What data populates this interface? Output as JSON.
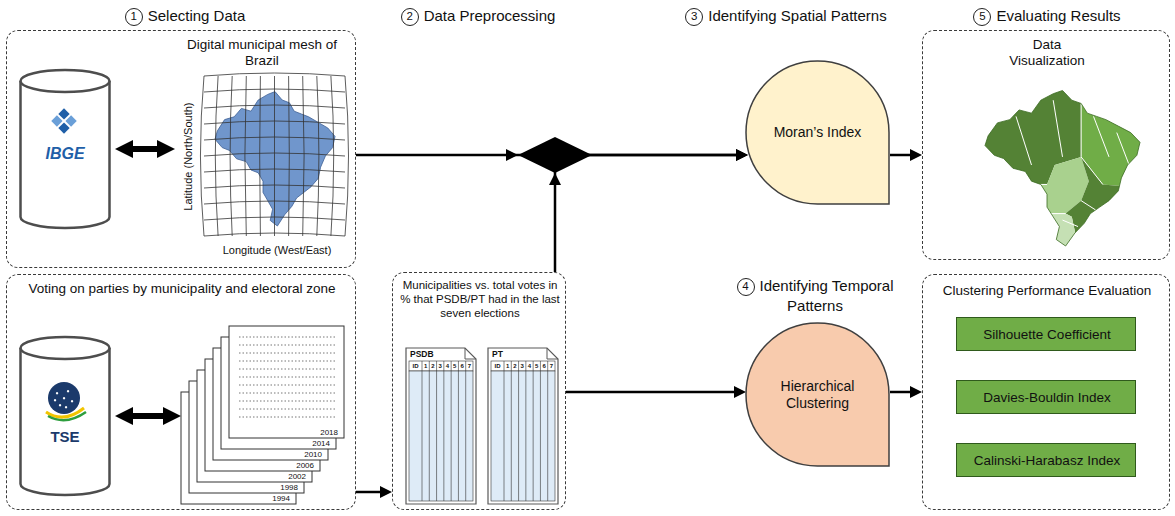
{
  "diagram": {
    "nodes": [
      {
        "text": [
          "Digital municipal mesh of Brazil"
        ]
      },
      {
        "text": [
          "IBGE"
        ],
        "in": 0
      },
      {
        "text": [
          "Latitude (North/South)",
          "Longitude (West/East)"
        ],
        "in": 0
      },
      {
        "text": [
          "Voting on parties by municipality and electoral zone"
        ]
      },
      {
        "text": [
          "TSE"
        ],
        "in": 3
      },
      {
        "text": [
          "2018",
          "2014",
          "2010",
          "2006",
          "2002",
          "1998",
          "1994"
        ],
        "in": 3
      },
      {
        "text": [
          "Municipalities vs. total votes in % that PSDB/PT had in the last seven elections"
        ]
      },
      {
        "text": [
          "PSDB"
        ],
        "in": 6
      },
      {
        "text": [
          "PT"
        ],
        "in": 6
      },
      {
        "text": [
          "Moran’s Index"
        ]
      },
      {
        "text": [
          "Hierarchical Clustering"
        ]
      },
      {
        "text": [
          "Data Visualization"
        ]
      },
      {
        "text": [
          "Clustering Performance Evaluation"
        ]
      },
      {
        "text": [
          "Silhouette Coefficient"
        ],
        "in": 12
      },
      {
        "text": [
          "Davies-Bouldin Index"
        ],
        "in": 12
      },
      {
        "text": [
          "Calinski-Harabasz Index"
        ],
        "in": 12
      }
    ],
    "edges": [
      {
        "from": 1,
        "to": 2,
        "arrow": "both"
      },
      {
        "from": 4,
        "to": 5,
        "arrow": "both"
      },
      {
        "from": 0,
        "to": 9,
        "arrow": "to"
      },
      {
        "from": 3,
        "to": 6,
        "arrow": "to"
      },
      {
        "from": 6,
        "to": 9,
        "arrow": "to"
      },
      {
        "from": 6,
        "to": 10,
        "arrow": "to"
      },
      {
        "from": 9,
        "to": 11,
        "arrow": "to"
      },
      {
        "from": 10,
        "to": 12,
        "arrow": "to"
      }
    ],
    "labels": [
      "1",
      "Selecting Data",
      "2",
      "Data Preprocessing",
      "3",
      "Identifying Spatial Patterns",
      "4",
      "Identifying Temporal Patterns",
      "5",
      "Evaluating Results",
      "ID",
      "1",
      "2",
      "3",
      "4",
      "5",
      "6",
      "7",
      "ID",
      "1",
      "2",
      "3",
      "4",
      "5",
      "6",
      "7"
    ]
  }
}
